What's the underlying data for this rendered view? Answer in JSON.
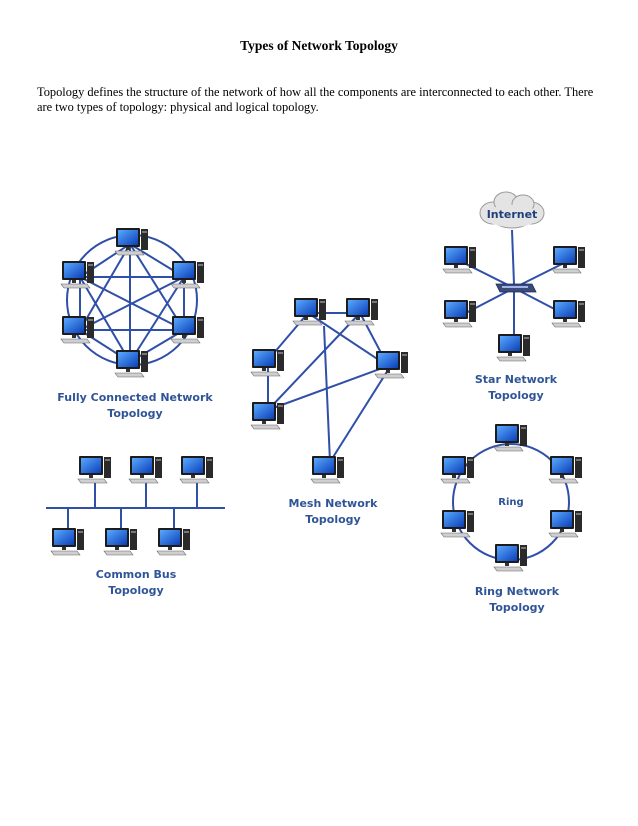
{
  "page": {
    "title": "Types of Network Topology",
    "intro": "Topology defines the structure of the network of how all the components are interconnected to each other. There are two types of topology: physical and logical topology."
  },
  "figure": {
    "fully_connected": {
      "caption_line1": "Fully Connected Network",
      "caption_line2": "Topology"
    },
    "mesh": {
      "caption_line1": "Mesh Network",
      "caption_line2": "Topology"
    },
    "star": {
      "caption_line1": "Star Network",
      "caption_line2": "Topology",
      "cloud_label": "Internet"
    },
    "bus": {
      "caption_line1": "Common Bus",
      "caption_line2": "Topology"
    },
    "ring": {
      "caption_line1": "Ring Network",
      "caption_line2": "Topology",
      "center_label": "Ring"
    }
  }
}
